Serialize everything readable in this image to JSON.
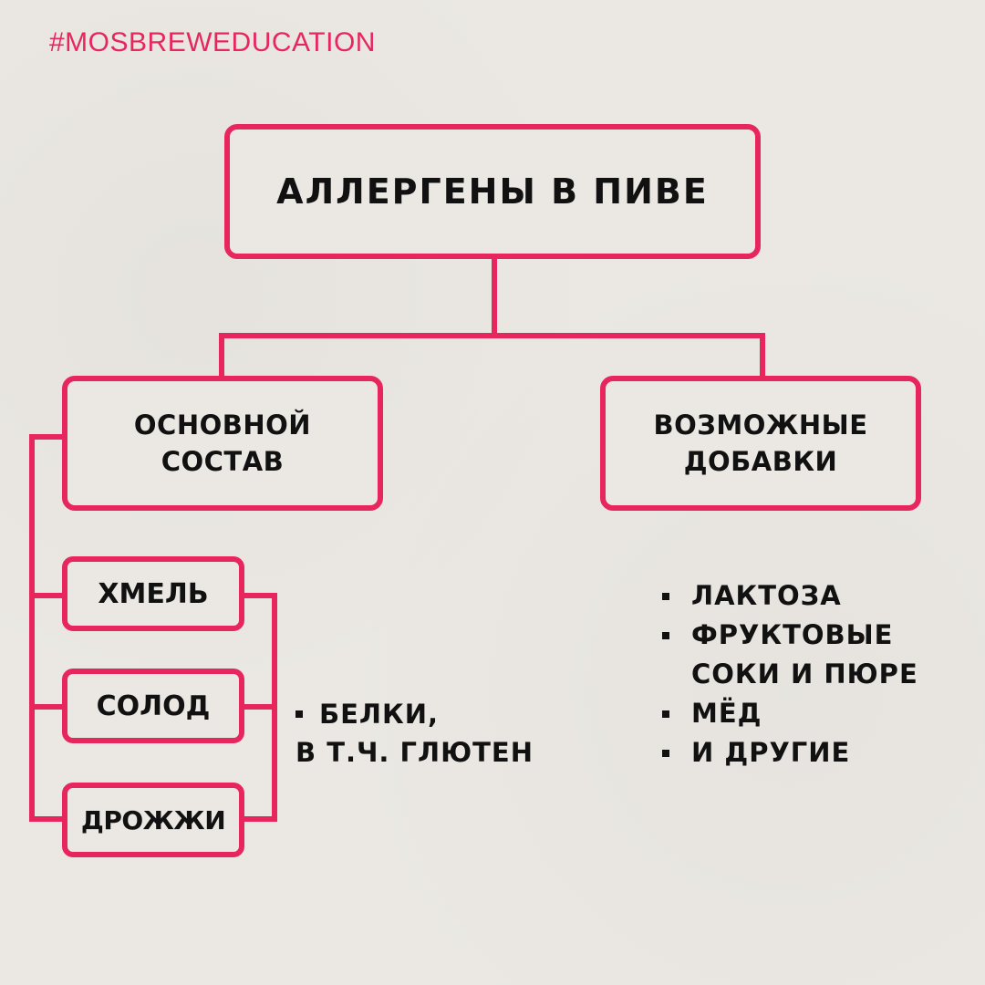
{
  "hashtag": "#MOSBREWEDUCATION",
  "title": "АЛЛЕРГЕНЫ В ПИВЕ",
  "composition": {
    "line1": "ОСНОВНОЙ",
    "line2": "СОСТАВ"
  },
  "additives": {
    "line1": "ВОЗМОЖНЫЕ",
    "line2": "ДОБАВКИ"
  },
  "ingredients": [
    "ХМЕЛЬ",
    "СОЛОД",
    "ДРОЖЖИ"
  ],
  "proteins": {
    "line1": "БЕЛКИ,",
    "line2": "В Т.Ч. ГЛЮТЕН"
  },
  "additive_items": [
    "ЛАКТОЗА",
    "ФРУКТОВЫЕ СОКИ И ПЮРЕ",
    "МЁД",
    "И ДРУГИЕ"
  ],
  "colors": {
    "accent": "#e8265e",
    "background": "#ebe8e3",
    "text": "#111111"
  }
}
